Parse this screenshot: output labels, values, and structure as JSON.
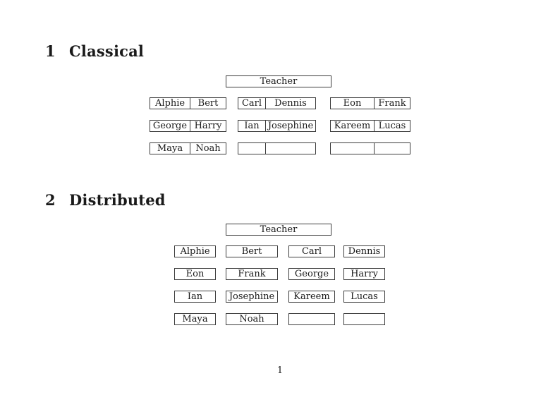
{
  "page": {
    "number": "1"
  },
  "sections": {
    "classical": {
      "number": "1",
      "title": "Classical",
      "teacher_label": "Teacher",
      "rows": [
        [
          {
            "left": "Alphie",
            "right": "Bert"
          },
          {
            "left": "Carl",
            "right": "Dennis"
          },
          {
            "left": "Eon",
            "right": "Frank"
          }
        ],
        [
          {
            "left": "George",
            "right": "Harry"
          },
          {
            "left": "Ian",
            "right": "Josephine"
          },
          {
            "left": "Kareem",
            "right": "Lucas"
          }
        ],
        [
          {
            "left": "Maya",
            "right": "Noah"
          },
          {
            "left": "",
            "right": ""
          },
          {
            "left": "",
            "right": ""
          }
        ]
      ]
    },
    "distributed": {
      "number": "2",
      "title": "Distributed",
      "teacher_label": "Teacher",
      "rows": [
        [
          "Alphie",
          "Bert",
          "Carl",
          "Dennis"
        ],
        [
          "Eon",
          "Frank",
          "George",
          "Harry"
        ],
        [
          "Ian",
          "Josephine",
          "Kareem",
          "Lucas"
        ],
        [
          "Maya",
          "Noah",
          "",
          ""
        ]
      ]
    }
  },
  "colors": {
    "line": "#3c3c3c",
    "text": "#1a1a1a",
    "background": "#ffffff"
  }
}
